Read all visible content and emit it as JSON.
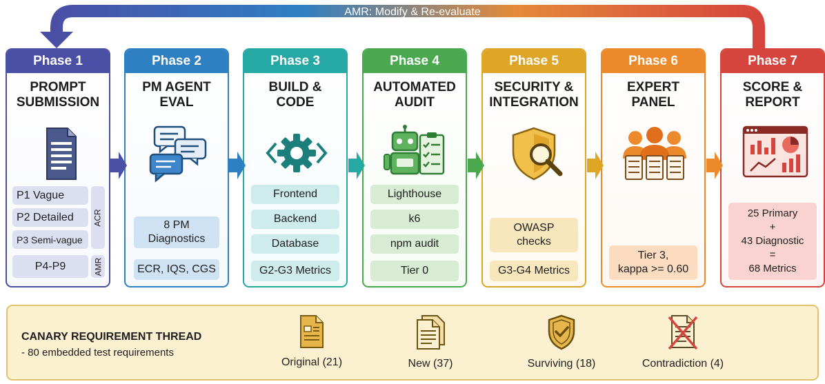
{
  "loop_label": "AMR: Modify & Re-evaluate",
  "phases": [
    {
      "head": "Phase 1",
      "title": "PROMPT\nSUBMISSION",
      "color": "#4a4fa6",
      "light": "#dcdff0",
      "icon": "document-icon",
      "items": [
        "P1 Vague",
        "P2 Detailed",
        "P3 Semi-vague",
        "P4-P9"
      ],
      "side_tags": [
        "ACR",
        "AMR"
      ]
    },
    {
      "head": "Phase 2",
      "title": "PM AGENT\nEVAL",
      "color": "#2f80c3",
      "light": "#cfe2f3",
      "icon": "chat-bubbles-icon",
      "items": [
        "8 PM\nDiagnostics",
        "ECR, IQS, CGS"
      ]
    },
    {
      "head": "Phase 3",
      "title": "BUILD &\nCODE",
      "color": "#26a9a4",
      "light": "#cdeceb",
      "icon": "gear-code-icon",
      "items": [
        "Frontend",
        "Backend",
        "Database",
        "G2-G3 Metrics"
      ]
    },
    {
      "head": "Phase 4",
      "title": "AUTOMATED\nAUDIT",
      "color": "#4aa84f",
      "light": "#d7ecd2",
      "icon": "robot-checklist-icon",
      "items": [
        "Lighthouse",
        "k6",
        "npm audit",
        "Tier 0"
      ]
    },
    {
      "head": "Phase 5",
      "title": "SECURITY &\nINTEGRATION",
      "color": "#dfa527",
      "light": "#f8e7bd",
      "icon": "shield-magnifier-icon",
      "items": [
        "OWASP\nchecks",
        "G3-G4 Metrics"
      ]
    },
    {
      "head": "Phase 6",
      "title": "EXPERT\nPANEL",
      "color": "#ec8a2b",
      "light": "#fbdcc0",
      "icon": "expert-panel-icon",
      "items": [
        "Tier 3,\nkappa >= 0.60"
      ]
    },
    {
      "head": "Phase 7",
      "title": "SCORE &\nREPORT",
      "color": "#d6453d",
      "light": "#f8d3cf",
      "icon": "dashboard-chart-icon",
      "items": [
        "25 Primary\n+\n43 Diagnostic\n=\n68 Metrics"
      ]
    }
  ],
  "canary": {
    "title": "CANARY REQUIREMENT THREAD",
    "subtitle": "- 80 embedded test requirements",
    "items": [
      {
        "label": "Original (21)",
        "icon": "document-icon"
      },
      {
        "label": "New (37)",
        "icon": "stacked-documents-icon"
      },
      {
        "label": "Surviving (18)",
        "icon": "shield-check-icon"
      },
      {
        "label": "Contradiction (4)",
        "icon": "crossed-document-icon"
      }
    ]
  }
}
